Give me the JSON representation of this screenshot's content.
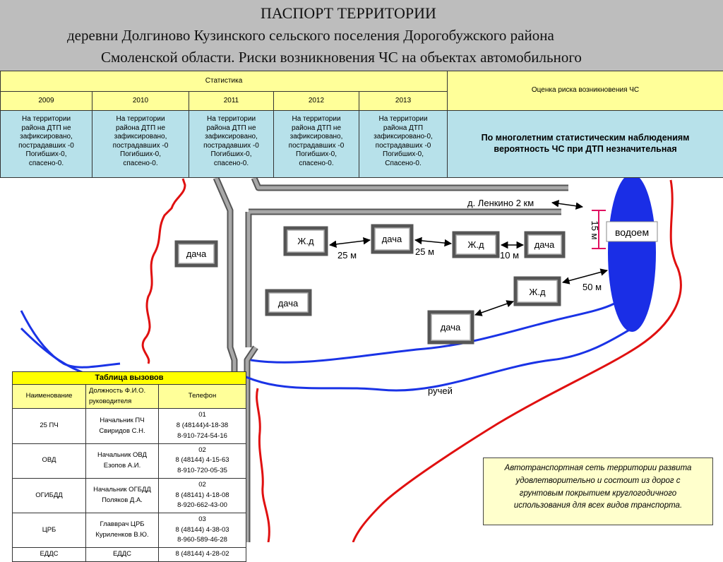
{
  "header": {
    "line1": "ПАСПОРТ ТЕРРИТОРИИ",
    "line2": "деревни Долгиново Кузинского сельского поселения  Дорогобужского района",
    "line3": "Смоленской области. Риски возникновения ЧС на объектах автомобильного"
  },
  "stats": {
    "statistics_label": "Статистика",
    "risk_header": "Оценка риска возникновения ЧС",
    "years": [
      "2009",
      "2010",
      "2011",
      "2012",
      "2013"
    ],
    "cells": [
      [
        "На территории",
        "района ДТП не",
        "зафиксировано,",
        "пострадавших -0",
        "Погибших-0,",
        "спасено-0."
      ],
      [
        "На территории",
        "района ДТП не",
        "зафиксировано,",
        "пострадавших -0",
        "Погибших-0,",
        "спасено-0."
      ],
      [
        "На территории",
        "района ДТП не",
        "зафиксировано,",
        "пострадавших -0",
        "Погибших-0,",
        "спасено-0."
      ],
      [
        "На территории",
        "района ДТП не",
        "зафиксировано,",
        "пострадавших -0",
        "Погибших-0,",
        "спасено-0."
      ],
      [
        "На территории",
        "района ДТП",
        "зафиксировано-0,",
        "пострадавших -0",
        "Погибших-0,",
        "Спасено-0."
      ]
    ],
    "risk_text": [
      "По многолетним статистическим наблюдениям",
      "вероятность ЧС при ДТП незначительная"
    ]
  },
  "map": {
    "lenkino": "д. Ленкино 2 км",
    "water_label": "водоем",
    "water_width": "15 м",
    "stream_label": "ручей",
    "dacha": "дача",
    "zhd": "Ж.д",
    "dist_25a": "25 м",
    "dist_25b": "25 м",
    "dist_10": "10 м",
    "dist_50": "50 м",
    "colors": {
      "road": "#909090",
      "river": "#1a33e6",
      "boundary": "#e01010",
      "dimension": "#e01060",
      "water": "#1a2ee6"
    }
  },
  "calls": {
    "title": "Таблица вызовов",
    "headers": [
      "Наименование",
      "Должность Ф.И.О. руководителя",
      "Телефон"
    ],
    "rows": [
      {
        "name": "25 ПЧ",
        "person": [
          "Начальник ПЧ",
          "Свиридов С.Н."
        ],
        "phone": [
          "01",
          "8 (48144)4-18-38",
          "8-910-724-54-16"
        ]
      },
      {
        "name": "ОВД",
        "person": [
          "Начальник ОВД",
          "Езопов А.И."
        ],
        "phone": [
          "02",
          "8 (48144) 4-15-63",
          "8-910-720-05-35"
        ]
      },
      {
        "name": "ОГИБДД",
        "person": [
          "Начальник ОГБДД",
          "Поляков Д.А."
        ],
        "phone": [
          "02",
          "8 (48141) 4-18-08",
          "8-920-662-43-00"
        ]
      },
      {
        "name": "ЦРБ",
        "person": [
          "Главврач ЦРБ",
          "Куриленков В.Ю."
        ],
        "phone": [
          "03",
          "8 (48144) 4-38-03",
          "8-960-589-46-28"
        ]
      },
      {
        "name": "ЕДДС",
        "person": [
          "ЕДДС"
        ],
        "phone": [
          "8 (48144) 4-28-02"
        ]
      }
    ]
  },
  "note": {
    "lines": [
      "Автотранспортная сеть территории развита",
      "удовлетворительно и состоит из дорог с",
      "грунтовым покрытием круглогодичного",
      "использования для всех видов транспорта."
    ]
  }
}
